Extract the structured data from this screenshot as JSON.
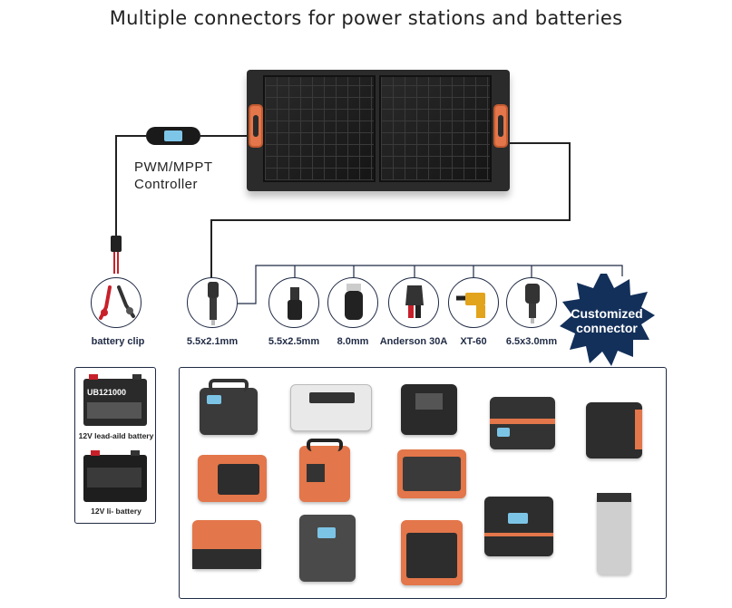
{
  "title": "Multiple connectors for power stations and batteries",
  "controller": {
    "line1": "PWM/MPPT",
    "line2": "Controller"
  },
  "connectors": [
    {
      "label": "battery clip",
      "icon": "battery-clip-icon"
    },
    {
      "label": "5.5x2.1mm",
      "icon": "dc-plug-5521-icon"
    },
    {
      "label": "5.5x2.5mm",
      "icon": "dc-plug-5525-icon"
    },
    {
      "label": "8.0mm",
      "icon": "dc-plug-8mm-icon"
    },
    {
      "label": "Anderson 30A",
      "icon": "anderson-plug-icon"
    },
    {
      "label": "XT-60",
      "icon": "xt60-plug-icon"
    },
    {
      "label": "6.5x3.0mm",
      "icon": "dc-plug-6530-icon"
    }
  ],
  "customized": {
    "line1": "Customized",
    "line2": "connector"
  },
  "batteries": [
    {
      "label": "12V lead-aild battery",
      "brand": "UB121000"
    },
    {
      "label": "12V li- battery"
    }
  ],
  "colors": {
    "accent": "#e3764a",
    "navy": "#13305a",
    "outline": "#1f2a44"
  }
}
